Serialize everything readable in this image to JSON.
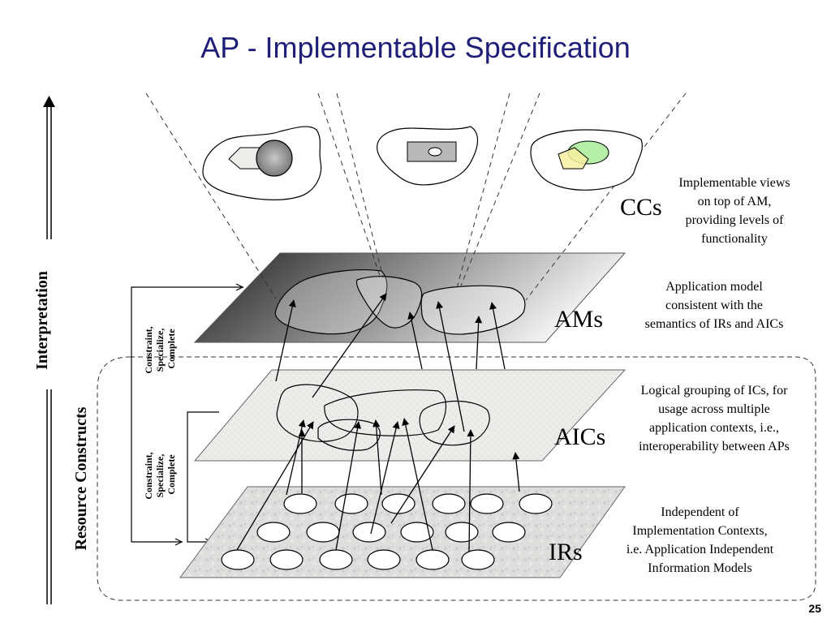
{
  "title": "AP - Implementable Specification",
  "page_number": "25",
  "axis": {
    "interpretation": "Interpretation",
    "resource_constructs": "Resource Constructs"
  },
  "constraint_labels": {
    "upper": [
      "Constraint,",
      "Specialize,",
      "Complete"
    ],
    "lower": [
      "Constraint,",
      "Specialize,",
      "Complete"
    ]
  },
  "layers": {
    "ccs": {
      "label": "CCs",
      "description": [
        "Implementable views",
        "on top of AM,",
        "providing levels of",
        "functionality"
      ]
    },
    "ams": {
      "label": "AMs",
      "description": [
        "Application model",
        "consistent with the",
        "semantics of IRs and AICs"
      ]
    },
    "aics": {
      "label": "AICs",
      "description": [
        "Logical grouping of ICs, for",
        "usage across multiple",
        "application contexts, i.e.,",
        "interoperability between APs"
      ]
    },
    "irs": {
      "label": "IRs",
      "description": [
        "Independent of",
        "Implementation Contexts,",
        "i.e. Application Independent",
        "Information Models"
      ]
    }
  },
  "colors": {
    "title": "#1f1f7a",
    "cc_green": "#b6f0a8",
    "cc_yellow": "#f8f0a0",
    "plane_aic": "#ececea",
    "plane_ir": "#dcdcdc"
  }
}
